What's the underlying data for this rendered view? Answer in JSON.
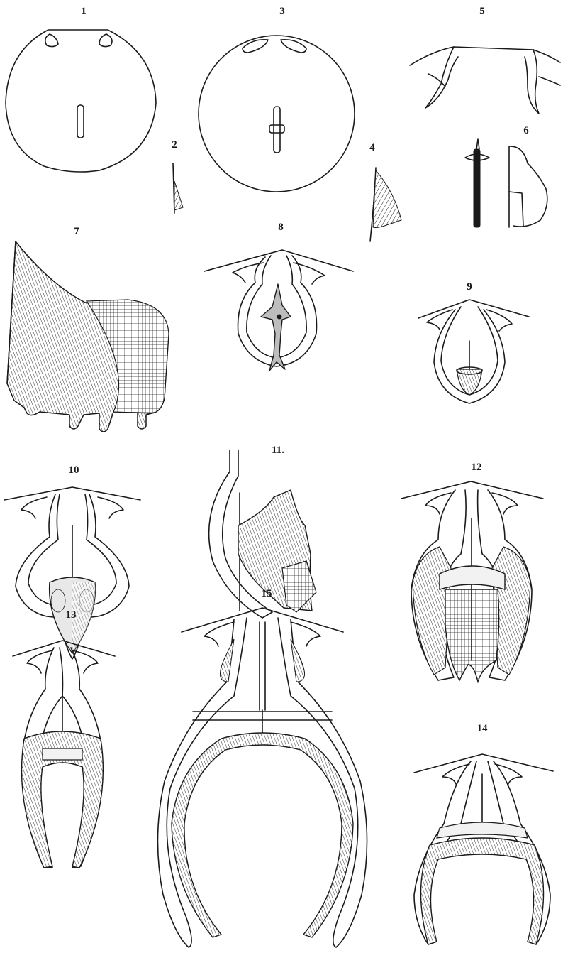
{
  "figures": [
    {
      "label": "1"
    },
    {
      "label": "2"
    },
    {
      "label": "3"
    },
    {
      "label": "4"
    },
    {
      "label": "5"
    },
    {
      "label": "6"
    },
    {
      "label": "7"
    },
    {
      "label": "8"
    },
    {
      "label": "9"
    },
    {
      "label": "10"
    },
    {
      "label": "11."
    },
    {
      "label": "12"
    },
    {
      "label": "15"
    },
    {
      "label": "13"
    },
    {
      "label": "14"
    }
  ]
}
